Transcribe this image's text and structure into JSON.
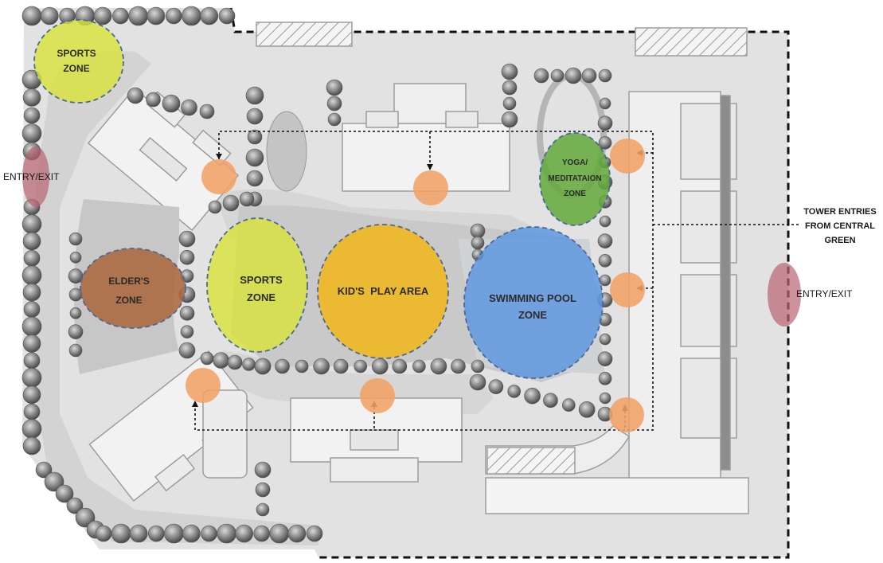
{
  "zones": [
    {
      "id": "sports-zone-top",
      "lines": [
        "SPORTS",
        "ZONE"
      ],
      "color": "#d8e33a"
    },
    {
      "id": "elders-zone",
      "lines": [
        "ELDER'S",
        "ZONE"
      ],
      "color": "#a9643a"
    },
    {
      "id": "sports-zone-center",
      "lines": [
        "SPORTS",
        "ZONE"
      ],
      "color": "#d8e33a"
    },
    {
      "id": "kids-play-area",
      "lines": [
        "KID'S  PLAY AREA"
      ],
      "color": "#f2b619"
    },
    {
      "id": "swimming-pool-zone",
      "lines": [
        "SWIMMING POOL",
        "ZONE"
      ],
      "color": "#5b95e0"
    },
    {
      "id": "yoga-zone",
      "lines": [
        "YOGA/",
        "MEDITATAION",
        "ZONE"
      ],
      "color": "#63a83a"
    }
  ],
  "entries": {
    "left": "ENTRY/EXIT",
    "right": "ENTRY/EXIT",
    "color": "#b86470"
  },
  "tower_entries": {
    "lines": [
      "TOWER ENTRIES",
      "FROM CENTRAL",
      "GREEN"
    ],
    "marker_color": "#f0a266",
    "count": 7
  },
  "colors": {
    "site": "#e4e4e4",
    "road": "#cfcfcf",
    "building": "#f1f1f1",
    "tree": "#7a7a7a",
    "boundary": "#111111"
  }
}
